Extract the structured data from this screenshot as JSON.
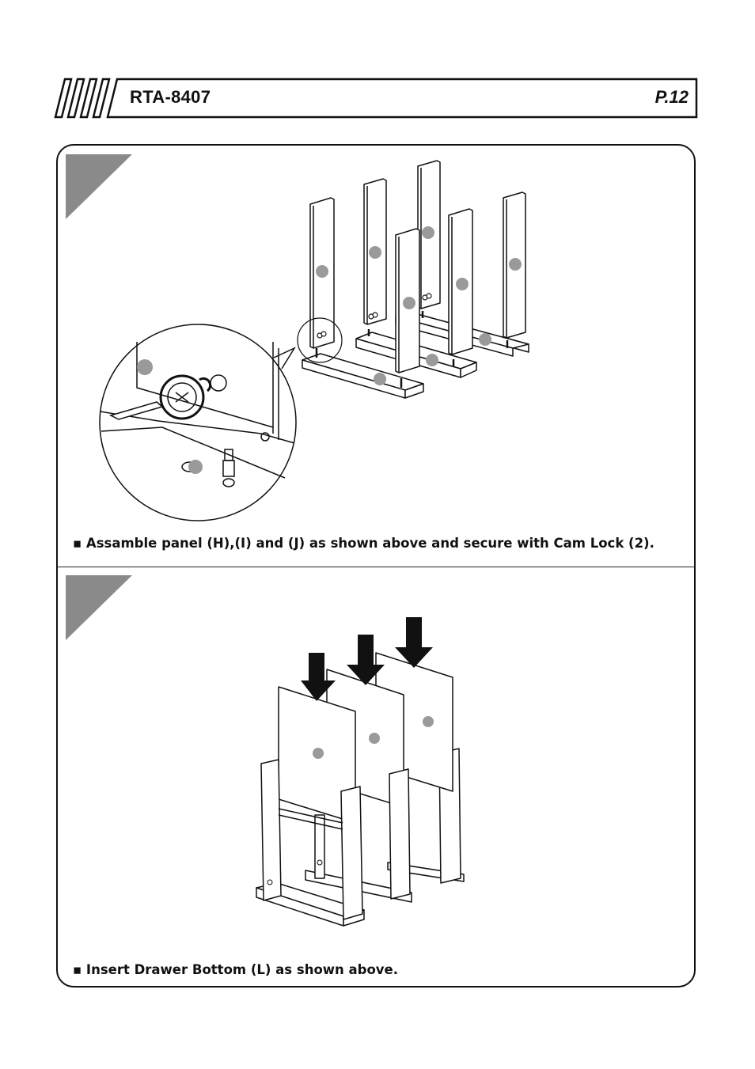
{
  "header": {
    "model": "RTA-8407",
    "page": "P.12"
  },
  "steps": [
    {
      "instruction": "▪ Assamble panel (H),(I) and (J) as shown above and secure with Cam Lock (2)."
    },
    {
      "instruction": "▪ Insert Drawer Bottom (L) as shown above."
    }
  ],
  "colors": {
    "line": "#111111",
    "step_marker": "#8a8a8a",
    "part_dot": "#9a9a9a"
  }
}
